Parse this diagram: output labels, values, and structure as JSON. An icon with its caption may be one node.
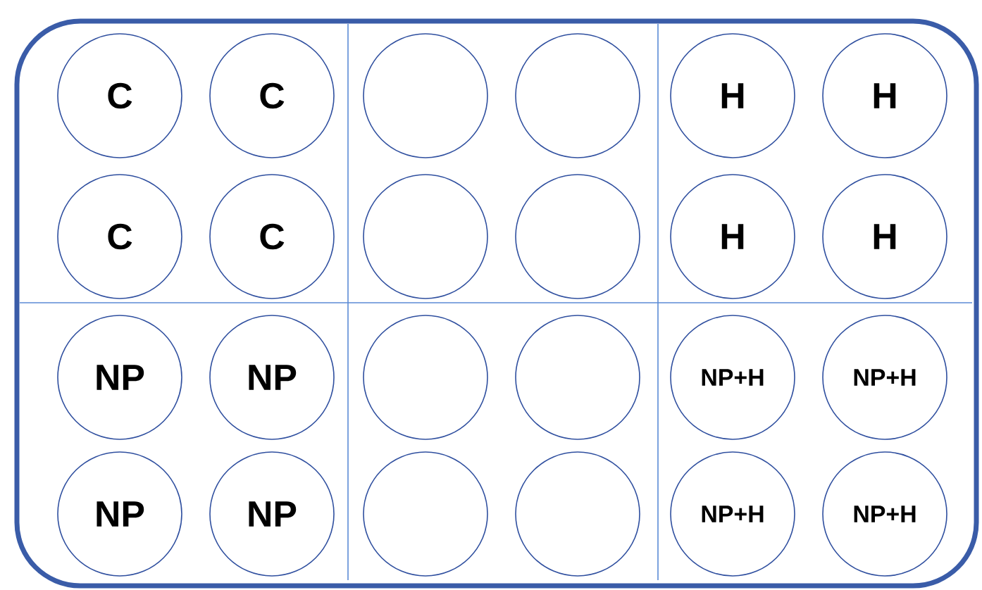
{
  "diagram": {
    "nodes": [
      {
        "text": [
          "C"
        ]
      },
      {
        "text": [
          "C"
        ]
      },
      {
        "text": [],
        "shape": "circle"
      },
      {
        "text": [],
        "shape": "circle"
      },
      {
        "text": [
          "H"
        ]
      },
      {
        "text": [
          "H"
        ]
      },
      {
        "text": [
          "C"
        ]
      },
      {
        "text": [
          "C"
        ]
      },
      {
        "text": [],
        "shape": "circle"
      },
      {
        "text": [],
        "shape": "circle"
      },
      {
        "text": [
          "H"
        ]
      },
      {
        "text": [
          "H"
        ]
      },
      {
        "text": [
          "NP"
        ]
      },
      {
        "text": [
          "NP"
        ]
      },
      {
        "text": [],
        "shape": "circle"
      },
      {
        "text": [],
        "shape": "circle"
      },
      {
        "text": [
          "NP+H"
        ]
      },
      {
        "text": [
          "NP+H"
        ]
      },
      {
        "text": [
          "NP"
        ]
      },
      {
        "text": [
          "NP"
        ]
      },
      {
        "text": [],
        "shape": "circle"
      },
      {
        "text": [],
        "shape": "circle"
      },
      {
        "text": [
          "NP+H"
        ]
      },
      {
        "text": [
          "NP+H"
        ]
      }
    ]
  }
}
